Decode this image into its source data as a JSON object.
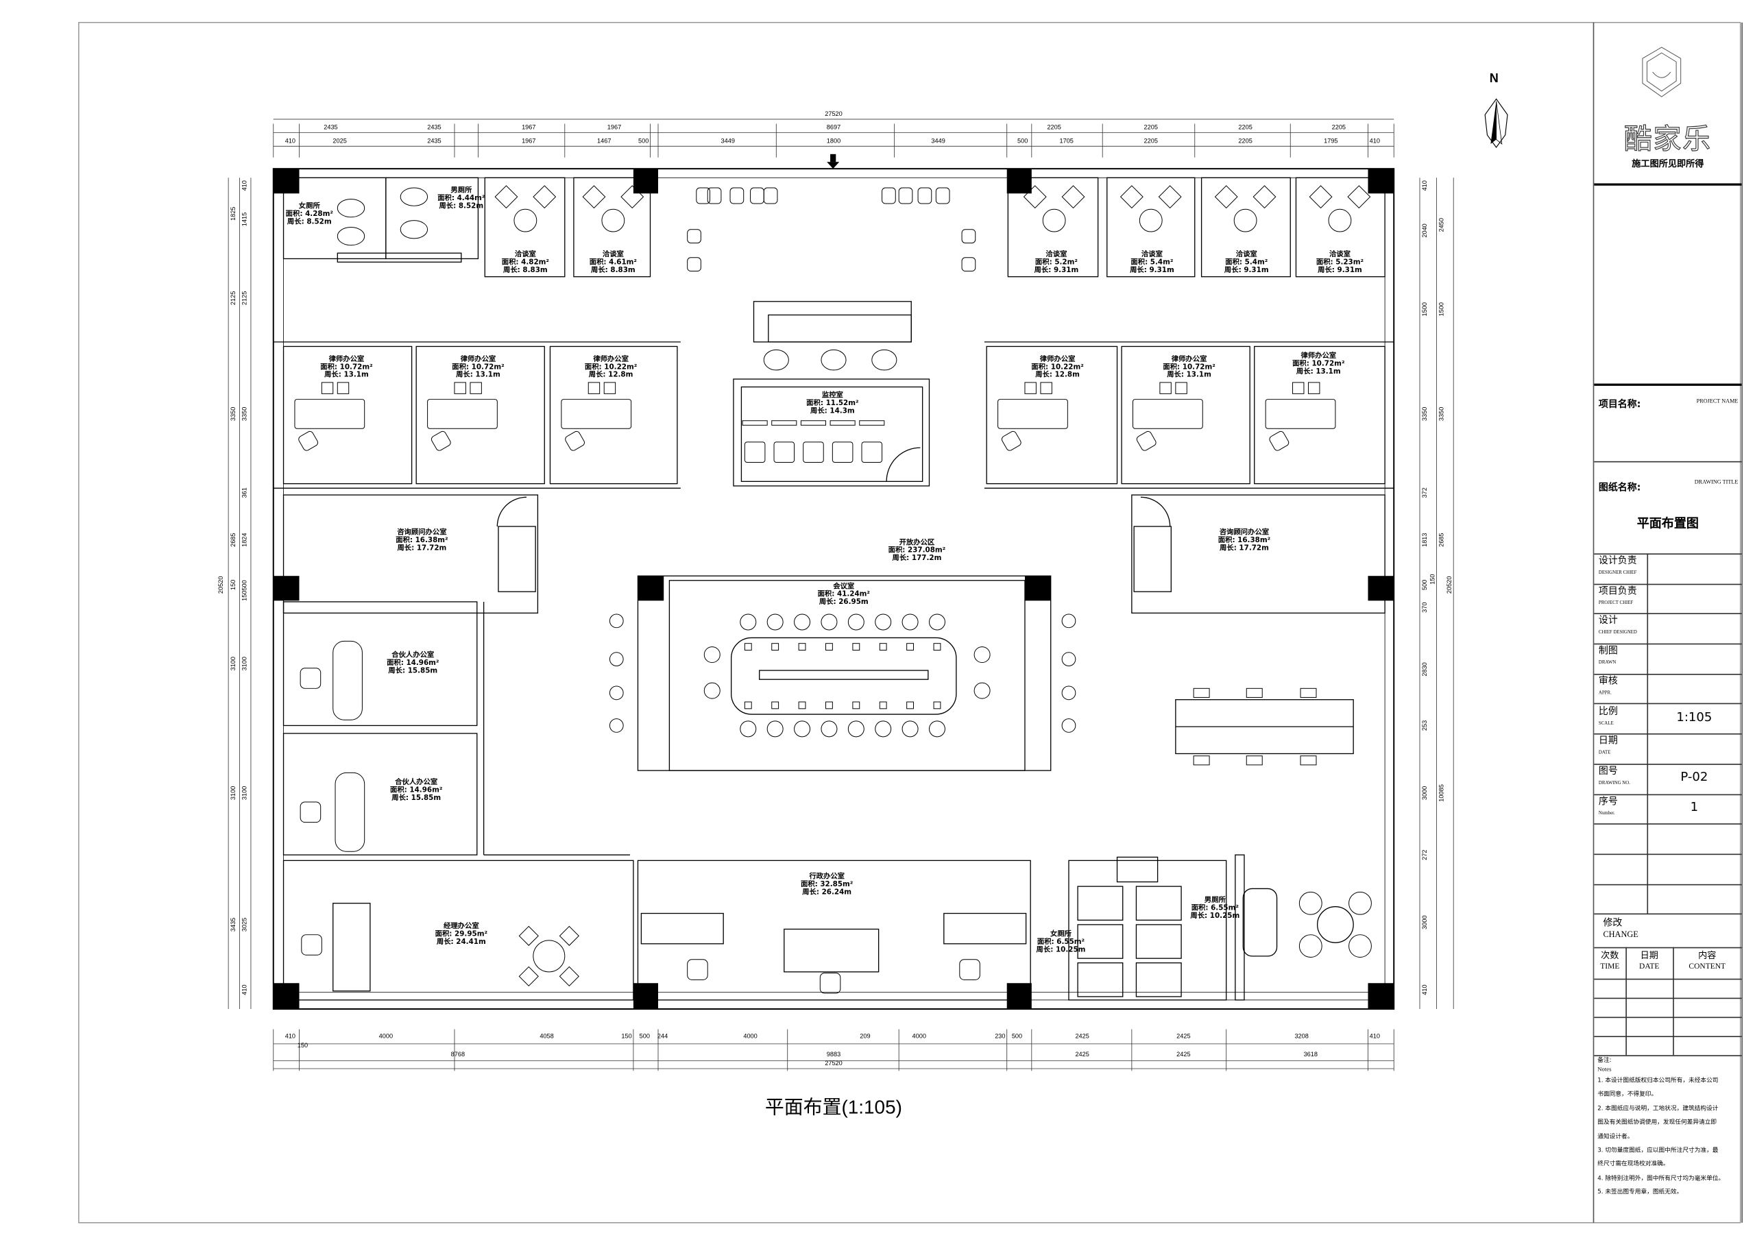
{
  "north_label": "N",
  "drawing_caption": "平面布置(1:105)",
  "rooms": [
    {
      "name": "女厕所",
      "area": "面积: 4.28m²",
      "perimeter": "周长: 8.52m"
    },
    {
      "name": "男厕所",
      "area": "面积: 4.44m²",
      "perimeter": "周长: 8.52m"
    },
    {
      "name": "洽谈室",
      "area": "面积: 4.82m²",
      "perimeter": "周长: 8.83m"
    },
    {
      "name": "洽谈室",
      "area": "面积: 4.61m²",
      "perimeter": "周长: 8.83m"
    },
    {
      "name": "洽谈室",
      "area": "面积: 5.2m²",
      "perimeter": "周长: 9.31m"
    },
    {
      "name": "洽谈室",
      "area": "面积: 5.4m²",
      "perimeter": "周长: 9.31m"
    },
    {
      "name": "洽谈室",
      "area": "面积: 5.4m²",
      "perimeter": "周长: 9.31m"
    },
    {
      "name": "洽谈室",
      "area": "面积: 5.23m²",
      "perimeter": "周长: 9.31m"
    },
    {
      "name": "律师办公室",
      "area": "面积: 10.72m²",
      "perimeter": "周长: 13.1m"
    },
    {
      "name": "律师办公室",
      "area": "面积: 10.72m²",
      "perimeter": "周长: 13.1m"
    },
    {
      "name": "律师办公室",
      "area": "面积: 10.22m²",
      "perimeter": "周长: 12.8m"
    },
    {
      "name": "律师办公室",
      "area": "面积: 10.22m²",
      "perimeter": "周长: 12.8m"
    },
    {
      "name": "律师办公室",
      "area": "面积: 10.72m²",
      "perimeter": "周长: 13.1m"
    },
    {
      "name": "律师办公室",
      "area": "面积: 10.72m²",
      "perimeter": "周长: 13.1m"
    },
    {
      "name": "监控室",
      "area": "面积: 11.52m²",
      "perimeter": "周长: 14.3m"
    },
    {
      "name": "咨询顾问办公室",
      "area": "面积: 16.38m²",
      "perimeter": "周长: 17.72m"
    },
    {
      "name": "咨询顾问办公室",
      "area": "面积: 16.38m²",
      "perimeter": "周长: 17.72m"
    },
    {
      "name": "开放办公区",
      "area": "面积: 237.08m²",
      "perimeter": "周长: 177.2m"
    },
    {
      "name": "会议室",
      "area": "面积: 41.24m²",
      "perimeter": "周长: 26.95m"
    },
    {
      "name": "合伙人办公室",
      "area": "面积: 14.96m²",
      "perimeter": "周长: 15.85m"
    },
    {
      "name": "合伙人办公室",
      "area": "面积: 14.96m²",
      "perimeter": "周长: 15.85m"
    },
    {
      "name": "经理办公室",
      "area": "面积: 29.95m²",
      "perimeter": "周长: 24.41m"
    },
    {
      "name": "行政办公室",
      "area": "面积: 32.85m²",
      "perimeter": "周长: 26.24m"
    },
    {
      "name": "女厕所",
      "area": "面积: 6.55m²",
      "perimeter": "周长: 10.25m"
    },
    {
      "name": "男厕所",
      "area": "面积: 6.55m²",
      "perimeter": "周长: 10.25m"
    }
  ],
  "dimensions": {
    "top_total": "27520",
    "top_row1": [
      "2435",
      "2435",
      "1967",
      "1967",
      "8697",
      "2205",
      "2205",
      "2205",
      "2205"
    ],
    "top_row2": [
      "410",
      "2025",
      "2435",
      "1967",
      "1467",
      "500",
      "3449",
      "1800",
      "3449",
      "500",
      "1705",
      "2205",
      "2205",
      "1795",
      "410"
    ],
    "bottom_row1": [
      "410",
      "4000",
      "4058",
      "150",
      "500",
      "244",
      "4000",
      "209",
      "4000",
      "230",
      "500",
      "2425",
      "2425",
      "3208",
      "410"
    ],
    "bottom_row1_sub": "150",
    "bottom_row2": [
      "8768",
      "9883",
      "2425",
      "2425",
      "3618"
    ],
    "bottom_total": "27520",
    "left_outer": [
      "1825",
      "2125",
      "3350",
      "2685",
      "150",
      "3100",
      "3100",
      "3435"
    ],
    "left_inner": [
      "410",
      "1415",
      "2125",
      "3350",
      "361",
      "1824",
      "150500",
      "3100",
      "3100",
      "3025",
      "410"
    ],
    "left_total": "20520",
    "right_inner": [
      "410",
      "2040",
      "1500",
      "3350",
      "372",
      "1813",
      "500",
      "370",
      "2830",
      "253",
      "3000",
      "272",
      "3000",
      "410"
    ],
    "right_outer": [
      "2450",
      "1500",
      "3350",
      "2685",
      "150",
      "10085"
    ],
    "right_total": "20520"
  },
  "title_block": {
    "logo_text": "酷家乐",
    "tagline": "施工图所见即所得",
    "project_name_label": "项目名称:",
    "project_name_en": "PROJECT NAME",
    "drawing_title_label": "图纸名称:",
    "drawing_title_en": "DRAWING TITLE",
    "drawing_title": "平面布置图",
    "rows": [
      {
        "cn": "设计负责",
        "en": "DESIGNER CHIEF",
        "value": ""
      },
      {
        "cn": "项目负责",
        "en": "PROJECT CHIEF",
        "value": ""
      },
      {
        "cn": "设计",
        "en": "CHIEF DESIGNED",
        "value": ""
      },
      {
        "cn": "制图",
        "en": "DRAWN",
        "value": ""
      },
      {
        "cn": "审核",
        "en": "APPR.",
        "value": ""
      },
      {
        "cn": "比例",
        "en": "SCALE",
        "value": "1:105"
      },
      {
        "cn": "日期",
        "en": "DATE",
        "value": ""
      },
      {
        "cn": "图号",
        "en": "DRAWING NO.",
        "value": "P-02"
      },
      {
        "cn": "序号",
        "en": "Number.",
        "value": "1"
      }
    ],
    "change": {
      "cn": "修改",
      "en": "CHANGE",
      "cols": [
        {
          "cn": "次数",
          "en": "TIME"
        },
        {
          "cn": "日期",
          "en": "DATE"
        },
        {
          "cn": "内容",
          "en": "CONTENT"
        }
      ]
    },
    "notes": {
      "title_cn": "备注:",
      "title_en": "Notes",
      "lines": [
        "1. 本设计图纸版权归本公司所有，未经本公司",
        "书面同意，不得复印。",
        "2. 本图纸应与说明，工地状况，建筑结构设计",
        "图及有关图纸协调使用，发现任何差异请立即",
        "通知设计者。",
        "3. 切勿量度图纸，应以图中所注尺寸为准，最",
        "终尺寸需在现场校对准确。",
        "4. 除特别注明外，图中所有尺寸均为毫米单位。",
        "5. 未签出图专用章，图纸无效。"
      ]
    }
  }
}
